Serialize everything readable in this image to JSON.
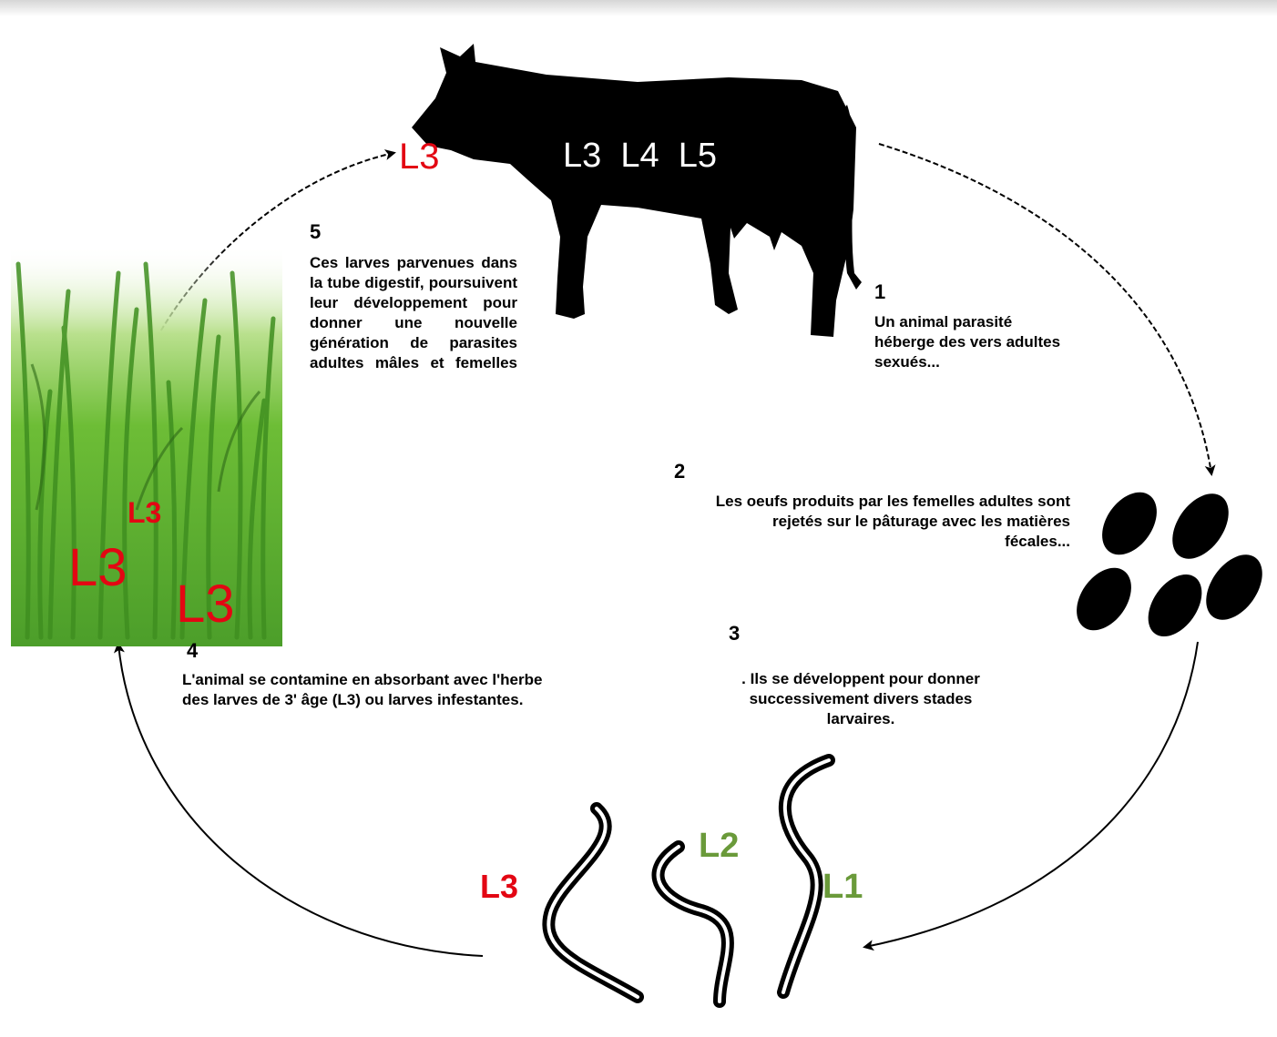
{
  "steps": [
    {
      "number": "1",
      "text": "Un animal parasité héberge des vers adultes sexués..."
    },
    {
      "number": "2",
      "text": "Les oeufs produits par les femelles adultes sont rejetés sur le pâturage avec les matières fécales..."
    },
    {
      "number": "3",
      "text": ". Ils se développent pour donner successivement divers stades larvaires."
    },
    {
      "number": "4",
      "text": "L'animal se contamine en absorbant avec l'herbe des larves de 3' âge (L3) ou larves infestantes."
    },
    {
      "number": "5",
      "text": "Ces larves parvenues dans la tube digestif, poursuivent leur développement pour donner une nouvelle génération de parasites adultes mâles et femelles"
    }
  ],
  "labels": {
    "cow_mouth": "L3",
    "cow_stages": "L3  L4  L5",
    "grass_1": "L3",
    "grass_2": "L3",
    "grass_3": "L3",
    "larva_l3": "L3",
    "larva_l2": "L2",
    "larva_l1": "L1"
  },
  "colors": {
    "infective": "#e30613",
    "early_larva": "#6a9a3a",
    "grass": "#5fb536"
  },
  "icons": [
    "cow-icon",
    "eggs-icon",
    "larva-icon",
    "grass-icon",
    "cycle-arrow-icon"
  ]
}
